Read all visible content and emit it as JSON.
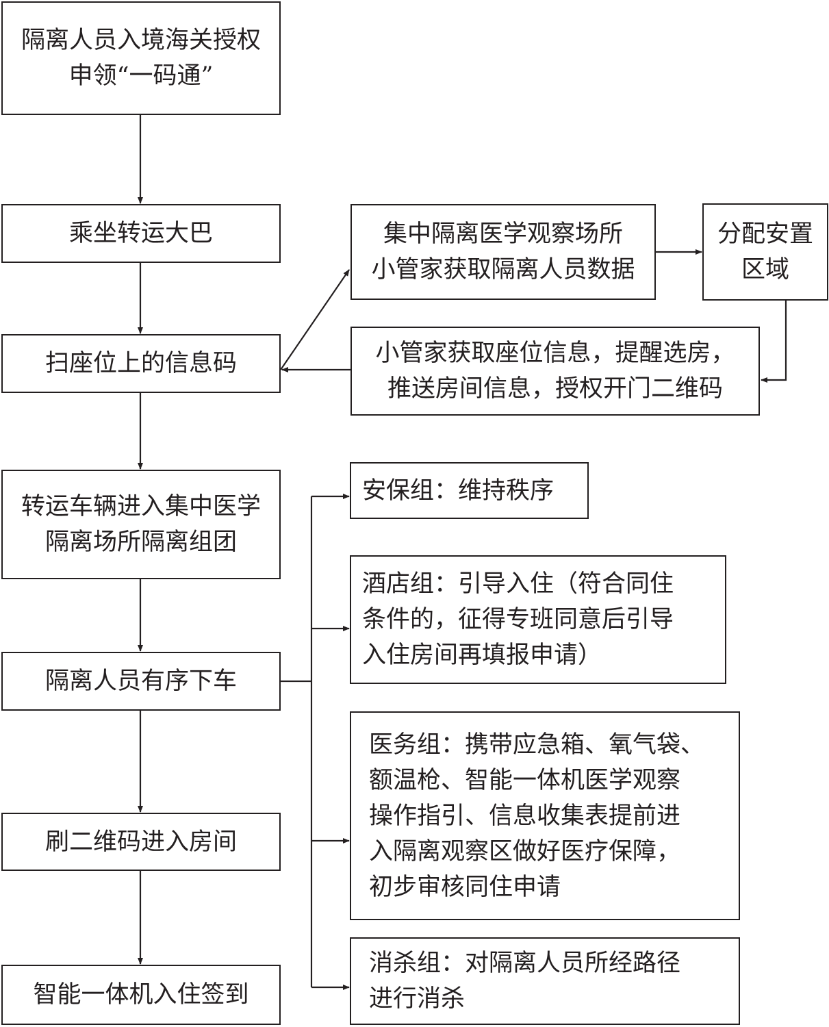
{
  "main_flow": {
    "step1": [
      "隔离人员入境海关授权",
      "申领“一码通”"
    ],
    "step2": "乘坐转运大巴",
    "step3": "扫座位上的信息码",
    "step4": [
      "转运车辆进入集中医学",
      "隔离场所隔离组团"
    ],
    "step5": "隔离人员有序下车",
    "step6": "刷二维码进入房间",
    "step7": "智能一体机入住签到"
  },
  "data_loop": {
    "steward_data": [
      "集中隔离医学观察场所",
      "小管家获取隔离人员数据"
    ],
    "assign_area": [
      "分配安置",
      "区域"
    ],
    "seat_info": [
      "小管家获取座位信息，提醒选房，",
      "推送房间信息，授权开门二维码"
    ]
  },
  "teams": {
    "security": [
      "安保组：维持秩序"
    ],
    "hotel": [
      "酒店组：引导入住（符合同住",
      "条件的，征得专班同意后引导",
      "入住房间再填报申请）"
    ],
    "medical": [
      "医务组：携带应急箱、氧气袋、",
      "额温枪、智能一体机医学观察",
      "操作指引、信息收集表提前进",
      "入隔离观察区做好医疗保障，",
      "初步审核同住申请"
    ],
    "disinfection": [
      "消杀组：对隔离人员所经路径",
      "进行消杀"
    ]
  },
  "colors": {
    "line": "#231f20",
    "background": "#ffffff"
  }
}
